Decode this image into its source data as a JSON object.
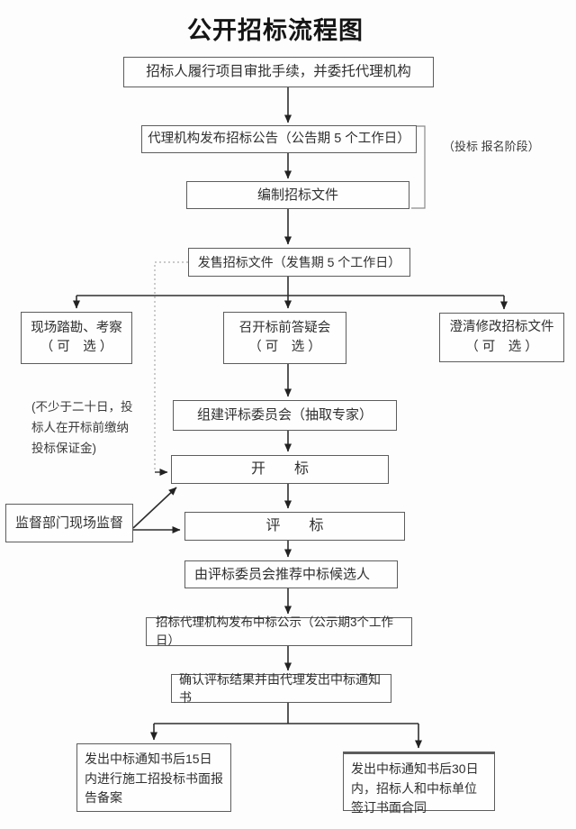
{
  "title": "公开招标流程图",
  "nodes": {
    "approval": "招标人履行项目审批手续，并委托代理机构",
    "announcement": "代理机构发布招标公告（公告期 5 个工作日）",
    "prepare_docs": "编制招标文件",
    "sell_docs": "发售招标文件（发售期 5 个工作日）",
    "site_visit": "现场踏勘、考察\n（ 可　选 ）",
    "qa_meeting": "召开标前答疑会\n（ 可　选 ）",
    "clarify_docs": "澄清修改招标文件\n（ 可　选 ）",
    "committee": "组建评标委员会（抽取专家）",
    "bid_opening": "开　　标",
    "supervision": "监督部门现场监督",
    "bid_evaluation": "评　　标",
    "candidates": "由评标委员会推荐中标候选人",
    "publicity": "招标代理机构发布中标公示（公示期3个工作日）",
    "confirm_result": "确认评标结果并由代理发出中标通知书",
    "filing": "发出中标通知书后15日内进行施工招投标书面报告备案",
    "contract": "发出中标通知书后30日内，招标人和中标单位签订书面合同"
  },
  "annotations": {
    "phase_note": "（投标 报名阶段）",
    "deposit_note": "(不少于二十日，投\n标人在开标前缴纳\n投标保证金)"
  },
  "colors": {
    "line": "#2e2e2e",
    "box_border": "#5d5d5d",
    "dotted_line": "#aaaaaa",
    "text": "#2f2f2f",
    "background": "#fdfdfd"
  }
}
